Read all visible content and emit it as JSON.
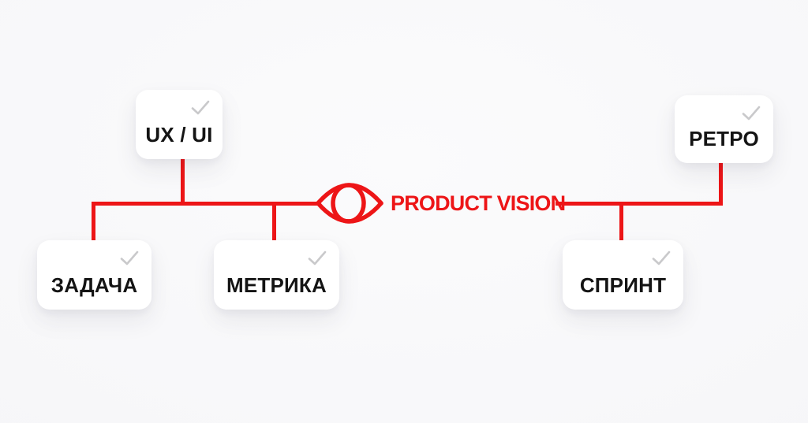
{
  "palette": {
    "red": "#ED1517",
    "card_bg": "#FFFFFF",
    "check": "#C9C9CB",
    "text": "#141414",
    "background": "#F5F5F7"
  },
  "center": {
    "title": "PRODUCT VISION",
    "icon": "eye-icon"
  },
  "nodes": [
    {
      "id": "ux-ui",
      "label": "UX / UI",
      "checked": true
    },
    {
      "id": "zadacha",
      "label": "ЗАДАЧА",
      "checked": true
    },
    {
      "id": "metrika",
      "label": "МЕТРИКА",
      "checked": true
    },
    {
      "id": "sprint",
      "label": "СПРИНТ",
      "checked": true
    },
    {
      "id": "retro",
      "label": "РЕТРО",
      "checked": true
    }
  ]
}
